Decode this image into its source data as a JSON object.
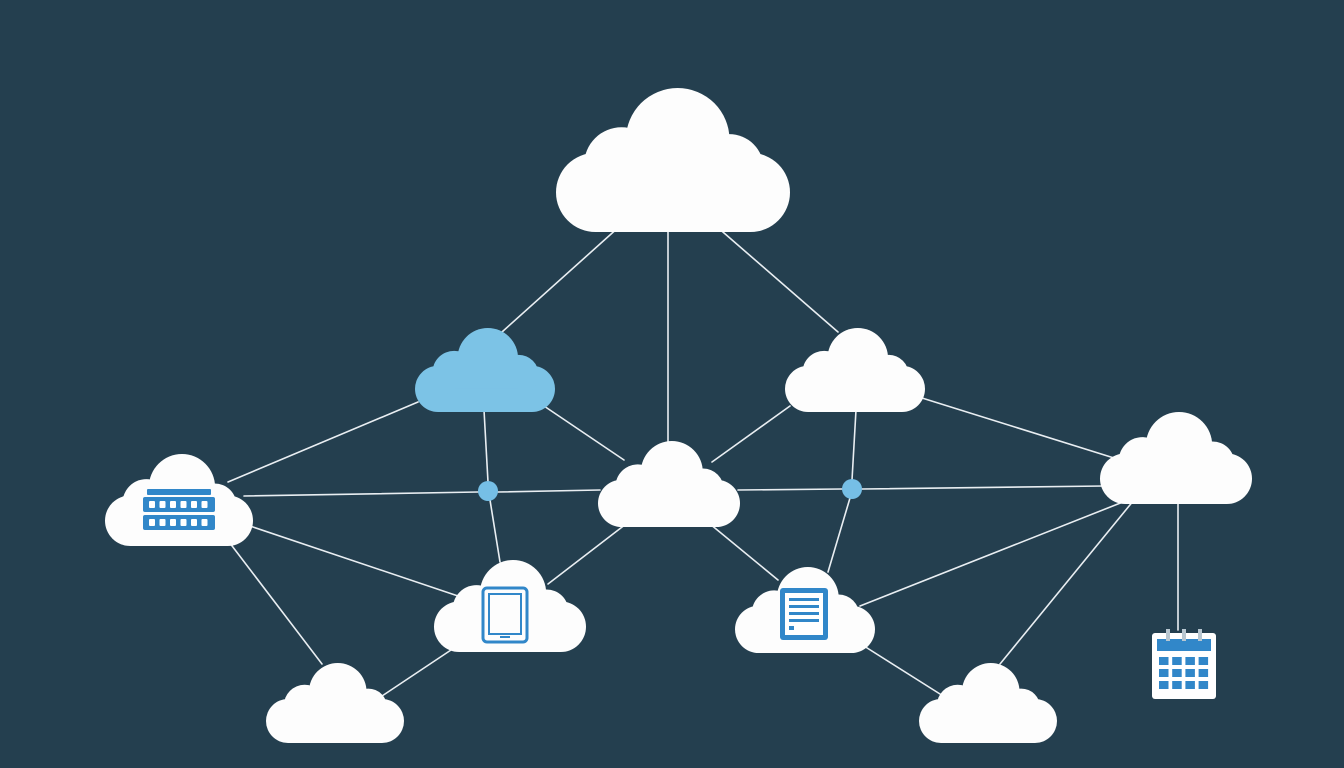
{
  "diagram": {
    "background_color": "#243f4f",
    "link_color": "#e9eef2",
    "cloud_color": "#fdfdfd",
    "highlight_cloud_color": "#7cc3e6",
    "icon_color": "#3187c9",
    "nodes": [
      {
        "id": "top-cloud",
        "kind": "cloud"
      },
      {
        "id": "left-mid-cloud",
        "kind": "cloud",
        "highlight": true
      },
      {
        "id": "right-mid-cloud",
        "kind": "cloud"
      },
      {
        "id": "center-cloud",
        "kind": "cloud"
      },
      {
        "id": "far-left-cloud",
        "kind": "cloud",
        "icon": "server-stack-icon"
      },
      {
        "id": "far-right-cloud",
        "kind": "cloud"
      },
      {
        "id": "tablet-cloud",
        "kind": "cloud",
        "icon": "tablet-icon"
      },
      {
        "id": "document-cloud",
        "kind": "cloud",
        "icon": "document-icon"
      },
      {
        "id": "bottom-left-cloud",
        "kind": "cloud"
      },
      {
        "id": "bottom-right-cloud",
        "kind": "cloud"
      },
      {
        "id": "calendar-node",
        "kind": "icon",
        "icon": "calendar-icon"
      },
      {
        "id": "left-junction",
        "kind": "junction"
      },
      {
        "id": "right-junction",
        "kind": "junction"
      }
    ],
    "links": [
      [
        "top-cloud",
        "left-mid-cloud"
      ],
      [
        "top-cloud",
        "center-cloud"
      ],
      [
        "top-cloud",
        "right-mid-cloud"
      ],
      [
        "left-mid-cloud",
        "far-left-cloud"
      ],
      [
        "left-mid-cloud",
        "left-junction"
      ],
      [
        "left-mid-cloud",
        "center-cloud"
      ],
      [
        "right-mid-cloud",
        "center-cloud"
      ],
      [
        "right-mid-cloud",
        "right-junction"
      ],
      [
        "right-mid-cloud",
        "far-right-cloud"
      ],
      [
        "far-left-cloud",
        "left-junction"
      ],
      [
        "left-junction",
        "center-cloud"
      ],
      [
        "center-cloud",
        "right-junction"
      ],
      [
        "right-junction",
        "far-right-cloud"
      ],
      [
        "far-left-cloud",
        "tablet-cloud"
      ],
      [
        "far-left-cloud",
        "bottom-left-cloud"
      ],
      [
        "left-junction",
        "tablet-cloud"
      ],
      [
        "center-cloud",
        "tablet-cloud"
      ],
      [
        "center-cloud",
        "document-cloud"
      ],
      [
        "right-junction",
        "document-cloud"
      ],
      [
        "far-right-cloud",
        "document-cloud"
      ],
      [
        "far-right-cloud",
        "bottom-right-cloud"
      ],
      [
        "far-right-cloud",
        "calendar-node"
      ],
      [
        "tablet-cloud",
        "bottom-left-cloud"
      ],
      [
        "document-cloud",
        "bottom-right-cloud"
      ]
    ]
  }
}
